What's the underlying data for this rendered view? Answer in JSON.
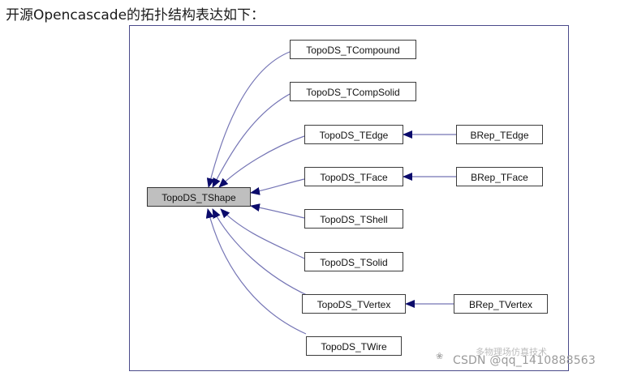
{
  "heading": "开源Opencascade的拓扑结构表达如下：",
  "diagram": {
    "root": "TopoDS_TShape",
    "children": [
      "TopoDS_TCompound",
      "TopoDS_TCompSolid",
      "TopoDS_TEdge",
      "TopoDS_TFace",
      "TopoDS_TShell",
      "TopoDS_TSolid",
      "TopoDS_TVertex",
      "TopoDS_TWire"
    ],
    "grandchildren": [
      "BRep_TEdge",
      "BRep_TFace",
      "BRep_TVertex"
    ],
    "edge_color": "#7575b5",
    "arrow_color": "#0b0b6b"
  },
  "watermark": {
    "icon": "❀",
    "brand": "多物理场仿真技术",
    "author": "CSDN @qq_1410888563"
  }
}
